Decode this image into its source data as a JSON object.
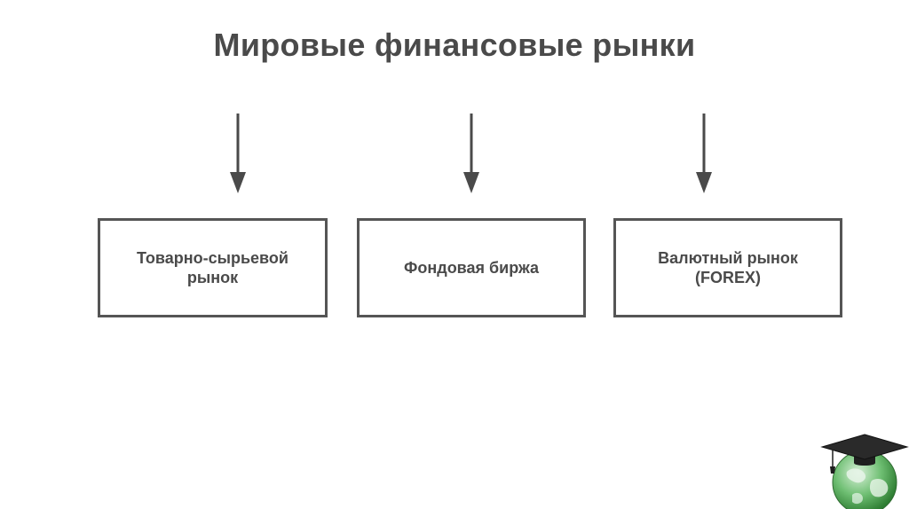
{
  "title": "Мировые финансовые рынки",
  "boxes": [
    {
      "label": "Товарно-сырьевой\nрынок"
    },
    {
      "label": "Фондовая биржа"
    },
    {
      "label": "Валютный рынок\n(FOREX)"
    }
  ],
  "colors": {
    "text": "#4a4a4a",
    "border": "#555555",
    "arrow": "#4a4a4a",
    "background": "#ffffff"
  },
  "icons": {
    "arrows": "arrow-down-icon",
    "logo": "graduation-cap-globe-icon"
  }
}
